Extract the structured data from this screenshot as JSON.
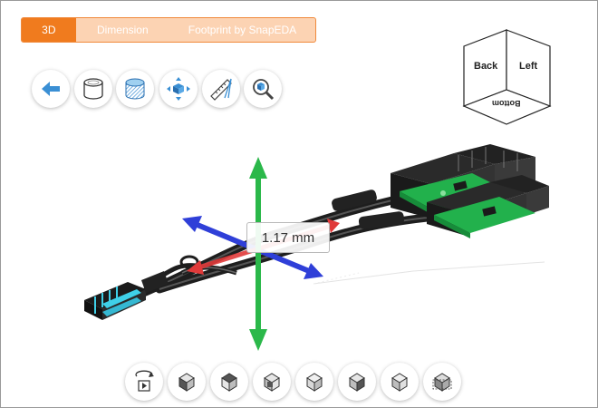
{
  "tabs": [
    {
      "label": "3D",
      "active": true
    },
    {
      "label": "Dimension",
      "active": false
    },
    {
      "label": "Footprint by SnapEDA",
      "active": false
    }
  ],
  "toolbar_top": [
    {
      "name": "back-arrow-icon"
    },
    {
      "name": "cylinder-wireframe-icon"
    },
    {
      "name": "cylinder-shaded-icon"
    },
    {
      "name": "explode-icon"
    },
    {
      "name": "measure-icon"
    },
    {
      "name": "zoom-fit-icon"
    }
  ],
  "viewcube": {
    "faces": [
      "Back",
      "Left",
      "Bottom"
    ]
  },
  "measurement": {
    "value": "1.17 mm"
  },
  "toolbar_bottom": [
    {
      "name": "auto-rotate-icon"
    },
    {
      "name": "view-iso-front-icon"
    },
    {
      "name": "view-iso-top-icon"
    },
    {
      "name": "view-iso-back-icon"
    },
    {
      "name": "view-iso-left-icon"
    },
    {
      "name": "view-iso-right-icon"
    },
    {
      "name": "view-iso-bottom-icon"
    },
    {
      "name": "view-wireframe-icon"
    }
  ],
  "colors": {
    "accent": "#f07b1e",
    "accent_light": "#fcd3b3",
    "axis_x": "#e03a3a",
    "axis_y": "#2bb84a",
    "axis_z": "#2f3fd8",
    "pcb": "#22b14c",
    "connector_blue": "#3fd0e8"
  }
}
